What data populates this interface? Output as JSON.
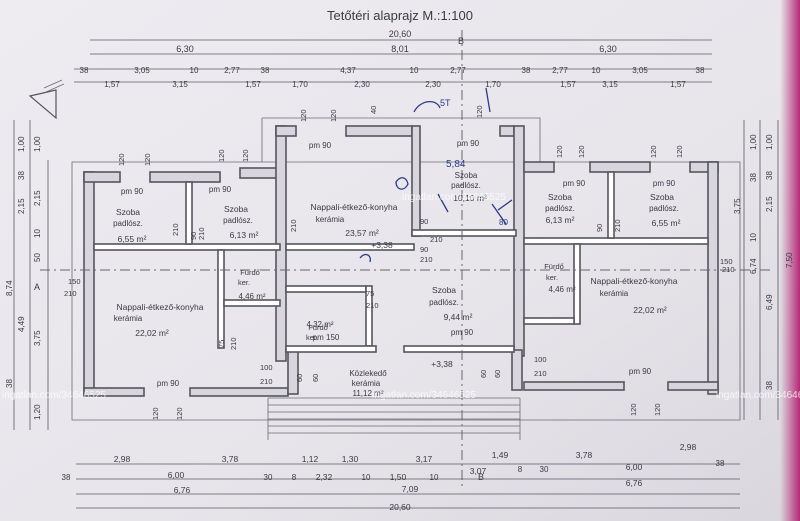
{
  "title": "Tetőtéri alaprajz  M.:1:100",
  "watermark": "ingatlan.com/34646525",
  "top_dims": {
    "total": "20,60",
    "row1": [
      "6,30",
      "8,01",
      "6,30"
    ],
    "row2": [
      "38",
      "3,05",
      "10",
      "2,77",
      "38",
      "4,37",
      "10",
      "2,77",
      "38",
      "2,77",
      "10",
      "3,05",
      "38"
    ],
    "row3": [
      "1,57",
      "3,15",
      "1,57",
      "1,70",
      "2,30",
      "2,30",
      "1,70",
      "1,57",
      "3,15",
      "1,57"
    ]
  },
  "bottom_dims": {
    "row1": [
      "2,98",
      "3,78",
      "1,12",
      "1,30",
      "3,17",
      "1,49",
      "3,78",
      "2,98"
    ],
    "row2": [
      "38",
      "6,00",
      "30",
      "8",
      "2,32",
      "10",
      "1,50",
      "10",
      "3,07",
      "8",
      "30",
      "6,00",
      "38"
    ],
    "row3": [
      "6,76",
      "7,09",
      "6,76"
    ],
    "total": "20,60"
  },
  "left_dims": [
    "1,00",
    "1,00",
    "38",
    "2,15",
    "10",
    "2,15",
    "50",
    "8,74",
    "4,49",
    "3,75",
    "38",
    "1,20"
  ],
  "right_dims": [
    "1,00",
    "1,00",
    "38",
    "2,15",
    "10",
    "3,75",
    "38",
    "6,74",
    "6,49",
    "7,50",
    "38"
  ],
  "axes": {
    "a": "A",
    "b": "B"
  },
  "rooms": [
    {
      "name": "Szoba",
      "floor": "padlósz.",
      "area": "6,55 m²"
    },
    {
      "name": "Szoba",
      "floor": "padlósz.",
      "area": "6,13 m²"
    },
    {
      "name": "Nappali-étkező-konyha",
      "floor": "kerámia",
      "area": "23,57 m²"
    },
    {
      "name": "Szoba",
      "floor": "padlósz.",
      "area": "10,10 m²"
    },
    {
      "name": "Szoba",
      "floor": "padlósz.",
      "area": "6,13 m²"
    },
    {
      "name": "Szoba",
      "floor": "padlósz.",
      "area": "6,55 m²"
    },
    {
      "name": "Nappali-étkező-konyha",
      "floor": "kerámia",
      "area": "22,02 m²"
    },
    {
      "name": "Fürdő",
      "floor": "ker.",
      "area": "4,46 m²"
    },
    {
      "name": "Fürdő",
      "floor": "ker.",
      "area": "4,32 m²"
    },
    {
      "name": "Szoba",
      "floor": "padlósz.",
      "area": "9,44 m²"
    },
    {
      "name": "Fürdő",
      "floor": "ker.",
      "area": "4,46 m²"
    },
    {
      "name": "Nappali-étkező-konyha",
      "floor": "kerámia",
      "area": "22,02 m²"
    },
    {
      "name": "Közlekedő",
      "floor": "kerámia",
      "area": "11,12 m²"
    }
  ],
  "openings": {
    "pm90": "pm 90",
    "pm150": "pm 150",
    "h120": "120",
    "h210": "210",
    "h90": "90",
    "h100": "100",
    "h75": "75",
    "h60": "60",
    "h150": "150",
    "h50": "50"
  },
  "levels": {
    "a": "+3,38",
    "b": "+3,38"
  },
  "notes": {
    "stair": "5T",
    "handwritten": "5,84",
    "h80": "80",
    "h40": "40"
  }
}
